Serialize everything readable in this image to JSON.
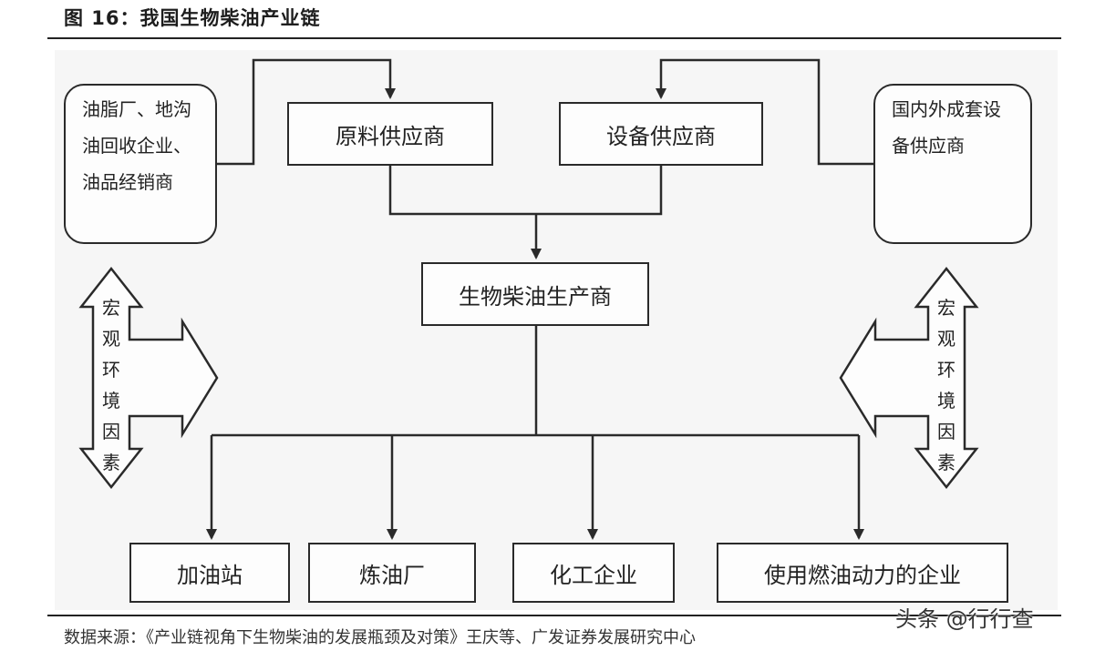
{
  "figure": {
    "title": "图 16：我国生物柴油产业链",
    "source": "数据来源：《产业链视角下生物柴油的发展瓶颈及对策》王庆等、广发证券发展研究中心",
    "watermark": "头条 @行行查"
  },
  "nodes": {
    "raw_suppliers_left": "油脂厂、地沟油回收企业、油品经销商",
    "raw_material_supplier": "原料供应商",
    "equipment_supplier": "设备供应商",
    "equipment_suppliers_right": "国内外成套设备供应商",
    "biodiesel_producer": "生物柴油生产商",
    "gas_station": "加油站",
    "refinery": "炼油厂",
    "chemical_company": "化工企业",
    "fuel_power_company": "使用燃油动力的企业"
  },
  "side_labels": {
    "left": "宏观环境因素",
    "right": "宏观环境因素"
  },
  "colors": {
    "line": "#2a2a2a",
    "background": "#f6f6f6"
  }
}
